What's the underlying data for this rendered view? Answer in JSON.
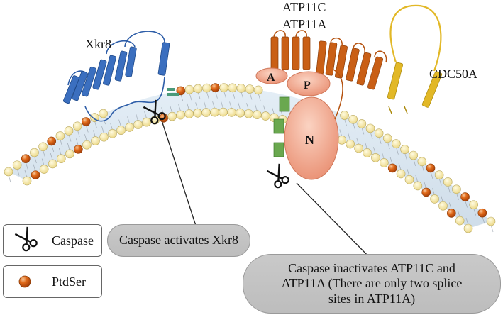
{
  "proteins": {
    "xkr8": "Xkr8",
    "atp11c": "ATP11C",
    "atp11a": "ATP11A",
    "cdc50a": "CDC50A"
  },
  "domains": {
    "a": "A",
    "p": "P",
    "n": "N"
  },
  "legend": {
    "caspase": "Caspase",
    "ptdser": "PtdSer"
  },
  "callouts": {
    "xkr8": "Caspase activates Xkr8",
    "atp11_line1": "Caspase inactivates ATP11C  and",
    "atp11_line2": "ATP11A (There are only two splice",
    "atp11_line3": "sites in ATP11A)"
  },
  "colors": {
    "xkr8": "#3b6fbf",
    "atp11": "#c95f16",
    "cdc50a": "#e2b827",
    "ptdser": "#e06a1a",
    "lipid_head": "#f6eaa6",
    "domain": "#f0a98f"
  }
}
